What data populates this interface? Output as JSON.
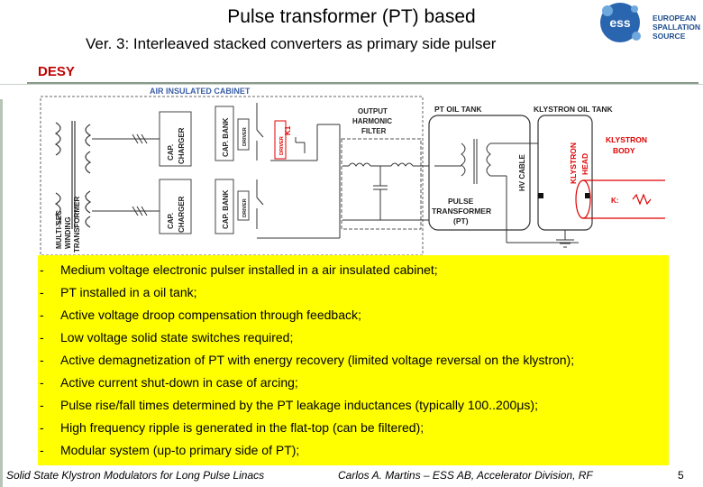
{
  "slide": {
    "title": "Pulse transformer (PT) based",
    "subtitle": "Ver. 3: Interleaved stacked converters as primary side pulser",
    "org": "DESY",
    "page_number": "5"
  },
  "logo": {
    "mark": "ess",
    "lines": [
      "EUROPEAN",
      "SPALLATION",
      "SOURCE"
    ],
    "color": "#1f4e8c"
  },
  "diagram": {
    "cabinet_label": "AIR INSULATED CABINET",
    "transformer_label": [
      "MULTI-SEC",
      "WINDING",
      "TRANSFORMER"
    ],
    "cap_charger": [
      "CAP.",
      "CHARGER"
    ],
    "cap_bank": [
      "CAP. BANK"
    ],
    "driver": "DRIVER",
    "k1_label": "K1",
    "output_filter": [
      "OUTPUT",
      "HARMONIC",
      "FILTER"
    ],
    "pt_oil_tank": "PT OIL TANK",
    "klystron_oil_tank": "KLYSTRON OIL TANK",
    "hv_cable": "HV CABLE",
    "klystron_head": [
      "KLYSTRON",
      "HEAD"
    ],
    "klystron_body": [
      "KLYSTRON",
      "BODY"
    ],
    "pulse_transformer": [
      "PULSE",
      "TRANSFORMER",
      "(PT)"
    ],
    "k_label": "K:",
    "accent_red": "#e00000",
    "accent_blue": "#3b5fa8"
  },
  "bullets": [
    "Medium voltage electronic pulser installed in a air insulated cabinet;",
    "PT installed in a oil tank;",
    "Active voltage droop compensation through feedback;",
    "Low voltage solid state switches required;",
    "Active demagnetization of PT with energy recovery (limited voltage reversal on the klystron);",
    "Active current shut-down in case of arcing;",
    "Pulse rise/fall times determined by the PT leakage inductances (typically 100..200μs);",
    "High frequency ripple is generated in the flat-top (can be filtered);",
    "Modular system (up-to primary side of PT);"
  ],
  "bullet_marker": "-",
  "footer": {
    "left": "Solid State Klystron Modulators for Long Pulse Linacs",
    "middle": "Carlos A. Martins – ESS AB, Accelerator Division, RF"
  }
}
